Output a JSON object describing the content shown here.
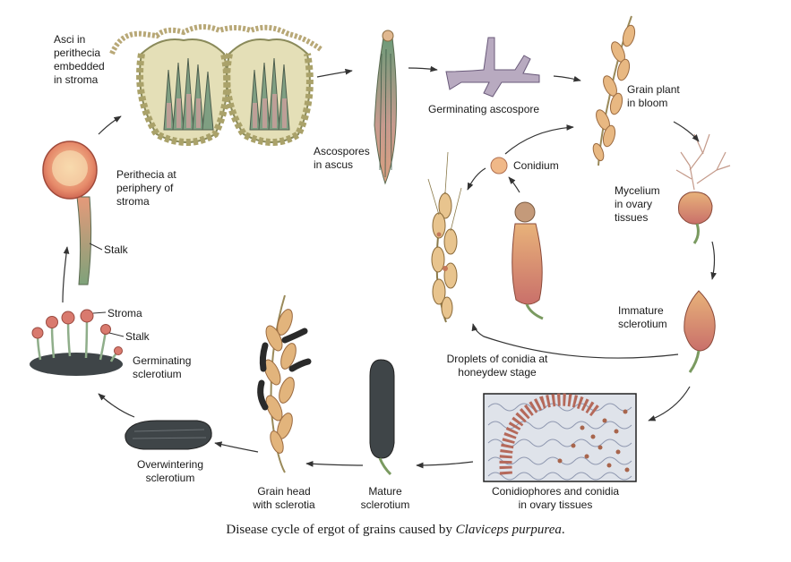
{
  "labels": {
    "asci": "Asci in\nperithecia\nembedded\nin stroma",
    "perithecia_periphery": "Perithecia at\nperiphery of\nstroma",
    "stalk_top": "Stalk",
    "stroma": "Stroma",
    "stalk_bottom": "Stalk",
    "germinating_sclerotium": "Germinating\nsclerotium",
    "overwintering": "Overwintering\nsclerotium",
    "grain_head": "Grain head\nwith sclerotia",
    "mature": "Mature\nsclerotium",
    "conidiophores": "Conidiophores and conidia\nin ovary tissues",
    "droplets": "Droplets of conidia at\nhoneydew stage",
    "immature": "Immature\nsclerotium",
    "mycelium": "Mycelium\nin ovary\ntissues",
    "grain_bloom": "Grain plant\nin bloom",
    "germinating_ascospore": "Germinating ascospore",
    "ascospores": "Ascospores\nin ascus",
    "conidium": "Conidium"
  },
  "caption": {
    "text": "Disease cycle of ergot of grains caused by ",
    "species": "Claviceps purpurea",
    "end": "."
  },
  "colors": {
    "arrow": "#333333",
    "sclerotium": "#3f4548",
    "grain": "#d9a066",
    "pink": "#d98a80",
    "green": "#8fae8a"
  }
}
